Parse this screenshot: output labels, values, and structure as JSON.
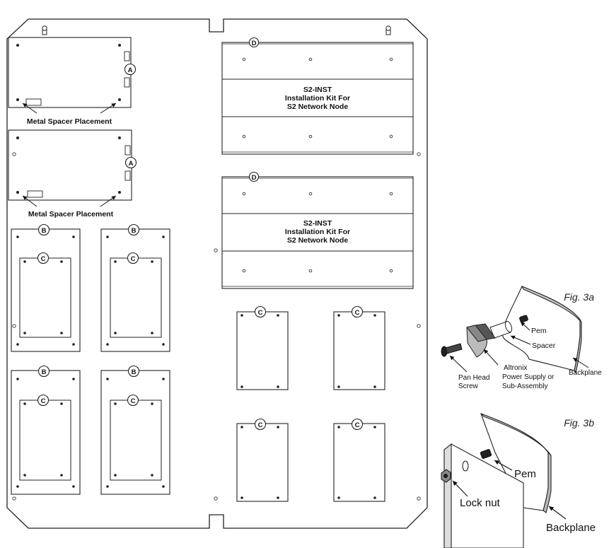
{
  "labels": {
    "metal_spacer_1": "Metal Spacer Placement",
    "metal_spacer_2": "Metal Spacer Placement"
  },
  "callouts": {
    "a": "A",
    "b": "B",
    "c": "C",
    "d": "D"
  },
  "kits": [
    {
      "line1": "S2-INST",
      "line2": "Installation Kit For",
      "line3": "S2 Network Node"
    },
    {
      "line1": "S2-INST",
      "line2": "Installation Kit For",
      "line3": "S2 Network Node"
    }
  ],
  "fig3a": {
    "title": "Fig. 3a",
    "pem": "Pem",
    "spacer": "Spacer",
    "screw_line1": "Pan Head",
    "screw_line2": "Screw",
    "altronix_line1": "Altronix",
    "altronix_line2": "Power Supply or",
    "altronix_line3": "Sub-Assembly",
    "backplane": "Backplane"
  },
  "fig3b": {
    "title": "Fig. 3b",
    "pem": "Pem",
    "locknut": "Lock nut",
    "backplane": "Backplane"
  }
}
